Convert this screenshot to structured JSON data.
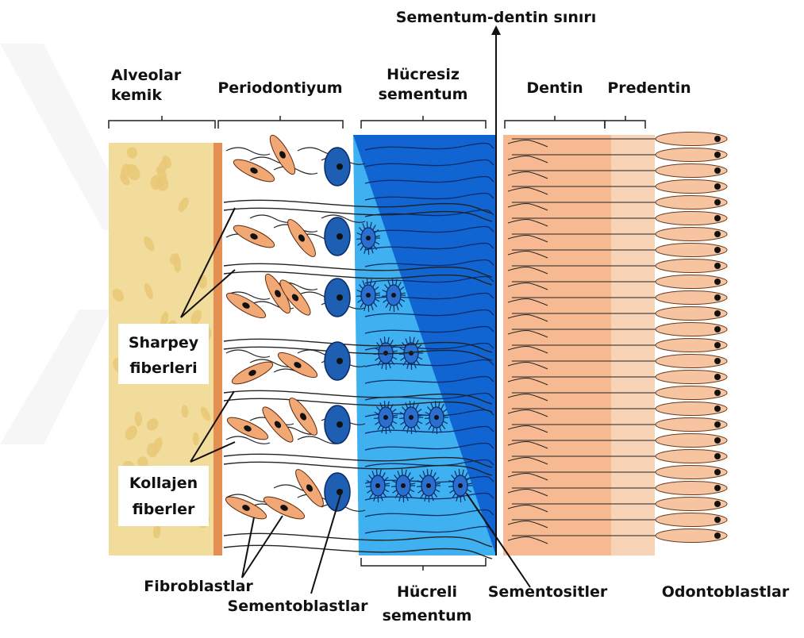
{
  "labels": {
    "boundary": "Sementum-dentin sınırı",
    "alveolar_line1": "Alveolar",
    "alveolar_line2": "kemik",
    "periodontium": "Periodontiyum",
    "acellular_line1": "Hücresiz",
    "acellular_line2": "sementum",
    "dentin": "Dentin",
    "predentin": "Predentin",
    "sharpey_line1": "Sharpey",
    "sharpey_line2": "fiberleri",
    "collagen_line1": "Kollajen",
    "collagen_line2": "fiberler",
    "fibroblasts": "Fibroblastlar",
    "cementoblasts": "Sementoblastlar",
    "cellular_line1": "Hücreli",
    "cellular_line2": "sementum",
    "cementocytes": "Sementositler",
    "odontoblasts": "Odontoblastlar"
  },
  "colors": {
    "bone": "#f2dc9b",
    "bone_spot": "#e9c878",
    "bone_edge": "#e58f52",
    "cementum_dark": "#1065d2",
    "cementum_light": "#3fb0f0",
    "dentin": "#f6b992",
    "predentin": "#f9d3b6",
    "odontoblast": "#f6c4a1",
    "fibroblast": "#f2a875",
    "cementoblast": "#1e5fb4"
  },
  "watermark": "decorative-triangle"
}
